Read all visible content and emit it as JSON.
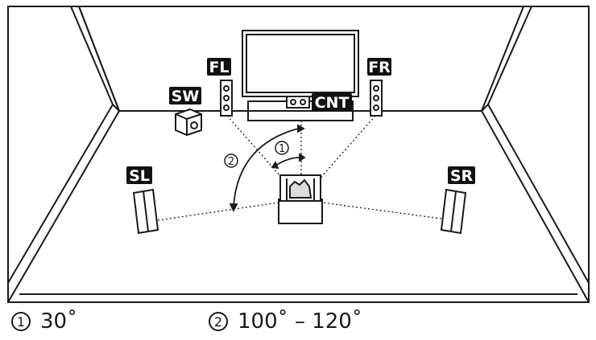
{
  "speakers": {
    "fl": "FL",
    "fr": "FR",
    "sw": "SW",
    "cnt": "CNT",
    "sl": "SL",
    "sr": "SR"
  },
  "angle_markers": {
    "inner": "1",
    "outer": "2"
  },
  "legend": [
    {
      "marker": "1",
      "text": "30˚"
    },
    {
      "marker": "2",
      "text": "100˚ – 120˚"
    }
  ],
  "colors": {
    "line": "#1a1a1a",
    "badge": "#111111",
    "fill": "#ffffff"
  },
  "icons": [
    "tv-icon",
    "speaker-icon",
    "subwoofer-icon",
    "center-speaker-icon",
    "listener-chair-icon"
  ]
}
